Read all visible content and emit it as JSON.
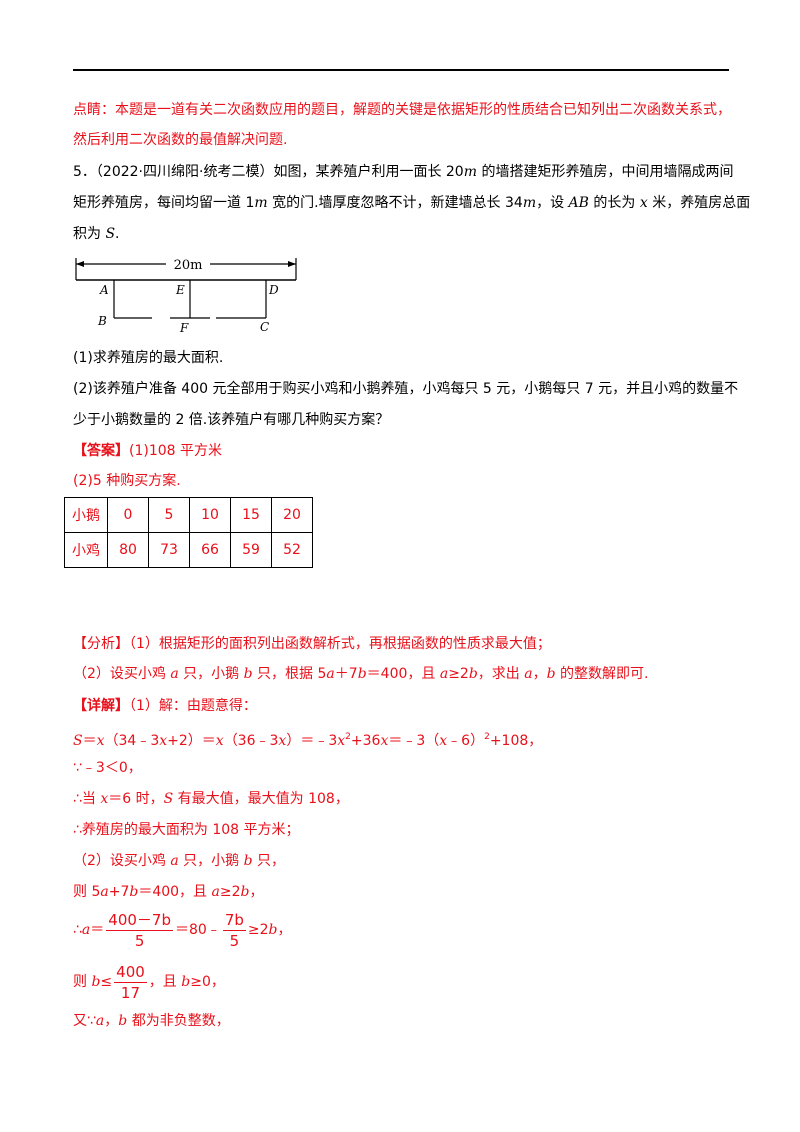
{
  "comment_label": "点睛：",
  "comment_line1": "本题是一道有关二次函数应用的题目，解题的关键是依据矩形的性质结合已知列出二次函数关系式，",
  "comment_line2": "然后利用二次函数的最值解决问题.",
  "problem": {
    "number": "5．",
    "source": "（2022·四川绵阳·统考二模）",
    "line1_text": "如图，某养殖户利用一面长 20",
    "unit_m": "m",
    "line1_tail": " 的墙搭建矩形养殖房，中间用墙隔成两间",
    "line2_a": "矩形养殖房，每间均留一道 1",
    "line2_b": " 宽的门.墙厚度忽略不计，新建墙总长 34",
    "line2_c": "，设 ",
    "line2_ab": "AB",
    "line2_d": " 的长为 ",
    "line2_x": "x",
    "line2_e": " 米，养殖房总面",
    "line3_a": "积为 ",
    "line3_s": "S",
    "line3_b": "."
  },
  "diagram": {
    "wall_label": "20m",
    "labels": {
      "A": "A",
      "B": "B",
      "E": "E",
      "F": "F",
      "D": "D",
      "C": "C"
    }
  },
  "questions": {
    "q1": "(1)求养殖房的最大面积.",
    "q2_line1": "(2)该养殖户准备 400 元全部用于购买小鸡和小鹅养殖，小鸡每只 5 元，小鹅每只 7 元，并且小鸡的数量不",
    "q2_line2": "少于小鹅数量的 2 倍.该养殖户有哪几种购买方案？"
  },
  "answer": {
    "label": "【答案】",
    "a1": "(1)108 平方米",
    "a2": "(2)5 种购买方案."
  },
  "table": {
    "row1": [
      "小鹅",
      "0",
      "5",
      "10",
      "15",
      "20"
    ],
    "row2": [
      "小鸡",
      "80",
      "73",
      "66",
      "59",
      "52"
    ]
  },
  "analysis": {
    "line1": "【分析】（1）根据矩形的面积列出函数解析式，再根据函数的性质求最大值；",
    "line2_a": "（2）设买小鸡 ",
    "line2_a_var": "a",
    "line2_b": " 只，小鹅 ",
    "line2_b_var": "b",
    "line2_c": " 只，根据 5",
    "line2_c_a": "a",
    "line2_d": "＋7",
    "line2_d_b": "b",
    "line2_e": "＝400，且 ",
    "line2_e_a": "a",
    "line2_f": "≥2",
    "line2_f_b": "b",
    "line2_g": "，求出 ",
    "line2_g_a": "a",
    "line2_h": "，",
    "line2_h_b": "b",
    "line2_i": " 的整数解即可."
  },
  "detail": {
    "label": "【详解】",
    "intro": "（1）解：由题意得：",
    "eq1_S": "S",
    "eq1_a": "＝",
    "eq1_x1": "x",
    "eq1_b": "（34﹣3",
    "eq1_x2": "x",
    "eq1_c": "+2）＝",
    "eq1_x3": "x",
    "eq1_d": "（36﹣3",
    "eq1_x4": "x",
    "eq1_e": "）＝﹣3",
    "eq1_x5": "x",
    "eq1_sup2": "2",
    "eq1_f": "+36",
    "eq1_x6": "x",
    "eq1_g": "＝﹣3（",
    "eq1_x7": "x",
    "eq1_h": "﹣6）",
    "eq1_sup3": "2",
    "eq1_i": "+108，",
    "because": "∵﹣3＜0，",
    "therefore1_a": "∴当 ",
    "therefore1_x": "x",
    "therefore1_b": "＝6 时，",
    "therefore1_S": "S",
    "therefore1_c": " 有最大值，最大值为 108，",
    "therefore2": "∴养殖房的最大面积为 108 平方米；",
    "p2_a": "（2）设买小鸡 ",
    "p2_a_var": "a",
    "p2_b": " 只，小鹅 ",
    "p2_b_var": "b",
    "p2_c": " 只，",
    "then1_a": "则 5",
    "then1_av": "a",
    "then1_b": "+7",
    "then1_bv": "b",
    "then1_c": "＝400，且 ",
    "then1_av2": "a",
    "then1_d": "≥2",
    "then1_bv2": "b",
    "then1_e": "，",
    "frac_line_a": "∴",
    "frac_line_av": "a",
    "frac_line_b": "＝",
    "frac1_num": "400－7b",
    "frac1_den": "5",
    "frac_line_c": "＝80﹣",
    "frac2_num": "7b",
    "frac2_den": "5",
    "frac_line_d": "≥2",
    "frac_line_bv": "b",
    "frac_line_e": "，",
    "then2_a": "则 ",
    "then2_bv": "b",
    "then2_b": "≤",
    "frac3_num": "400",
    "frac3_den": "17",
    "then2_c": "，且 ",
    "then2_bv2": "b",
    "then2_d": "≥0，",
    "also_a": "又∵",
    "also_av": "a",
    "also_b": "，",
    "also_bv": "b",
    "also_c": " 都为非负整数，"
  }
}
